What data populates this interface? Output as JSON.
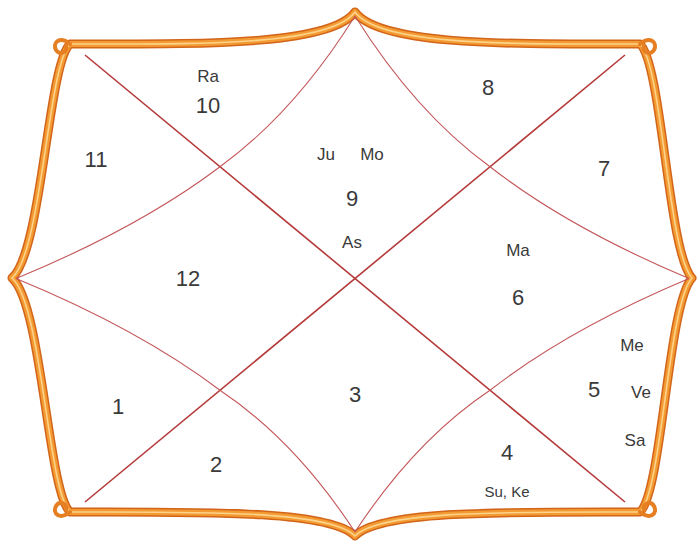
{
  "diagram": {
    "labels": [
      "Ra",
      "10",
      "8",
      "11",
      "Ju",
      "Mo",
      "9",
      "7",
      "As",
      "12",
      "Ma",
      "6",
      "Me",
      "5",
      "Ve",
      "Sa",
      "1",
      "3",
      "2",
      "4",
      "Su, Ke"
    ]
  }
}
